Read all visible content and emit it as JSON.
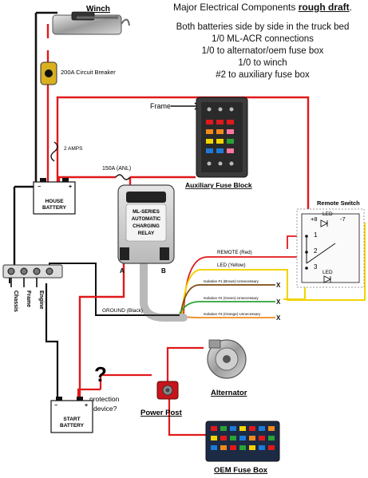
{
  "colors": {
    "red": "#e0191b",
    "black": "#111111",
    "yellow": "#f2d400",
    "brown": "#7a4a12",
    "green": "#2aa336",
    "orange": "#f08a1c",
    "gray": "#b9b9b9"
  },
  "header": {
    "title_prefix": "Major Electrical Components ",
    "title_emphasis": "rough draft",
    "title_suffix": ".",
    "notes": [
      "Both batteries side by side in the truck bed",
      "1/0 ML-ACR connections",
      "1/0 to alternator/oem fuse box",
      "1/0 to winch",
      "#2 to auxiliary fuse box"
    ]
  },
  "components": {
    "winch": "Winch",
    "breaker": "200A Circuit Breaker",
    "frame": "Frame",
    "fuse_inline": "2 AMPS",
    "fuse_anl": "150A (ANL)",
    "aux_fuse_block": "Auxiliary Fuse Block",
    "house_battery": [
      "HOUSE",
      "BATTERY"
    ],
    "start_battery": [
      "START",
      "BATTERY"
    ],
    "relay": [
      "ML-SERIES",
      "AUTOMATIC",
      "CHARGING",
      "RELAY"
    ],
    "relay_terminal_a": "A",
    "relay_terminal_b": "B",
    "ground_bus": [
      "Chassis",
      "Frame",
      "Engine"
    ],
    "remote_switch": "Remote Switch",
    "switch_pins": [
      "+8",
      "-7",
      "1",
      "2",
      "3"
    ],
    "led": "LED",
    "alternator": "Alternator",
    "power_post": "Power Post",
    "oem_fuse_box": "OEM Fuse Box",
    "question": "?",
    "protection_device": [
      "protection",
      "device?"
    ]
  },
  "wires": {
    "remote": "REMOTE (Red)",
    "led": "LED (Yellow)",
    "iso1": "Isolation #1 (Brown) Unnecessary",
    "iso2": "Isolation #2 (Green) Unnecessary",
    "iso3": "Isolation #3 (Orange) Unnecessary",
    "ground": "GROUND (Black)",
    "end_mark": "X"
  }
}
